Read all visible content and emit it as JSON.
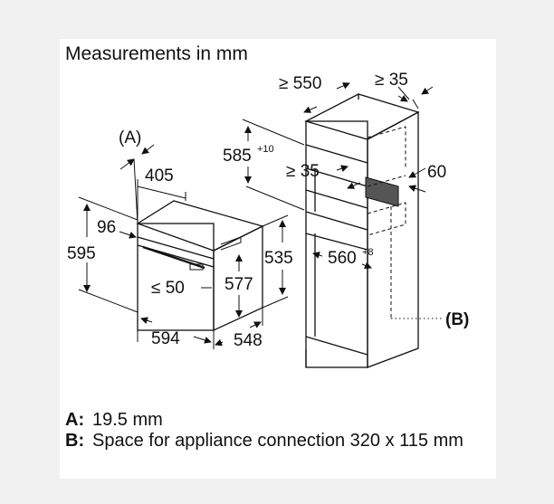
{
  "title": "Measurements in mm",
  "legend": [
    {
      "key": "A:",
      "text": "19.5 mm"
    },
    {
      "key": "B:",
      "text": "Space for appliance connection 320 x 115 mm"
    }
  ],
  "oven_dims": {
    "marker_a": "(A)",
    "depth_top": "405",
    "front_offset": "96",
    "height_total": "595",
    "height_body": "535",
    "door_height": "577",
    "control_gap": "≤ 50",
    "width": "594",
    "depth": "548"
  },
  "cabinet_dims": {
    "depth_min": "≥ 550",
    "back_gap": "≥ 35",
    "niche_height": "585",
    "niche_height_tol": "+10",
    "top_gap": "≥ 35",
    "vent": "60",
    "niche_width": "560",
    "niche_width_tol": "+8",
    "marker_b": "(B)"
  },
  "colors": {
    "line": "#111111",
    "vent_fill": "#555555",
    "background": "#f1f1f1",
    "sheet": "#ffffff"
  }
}
